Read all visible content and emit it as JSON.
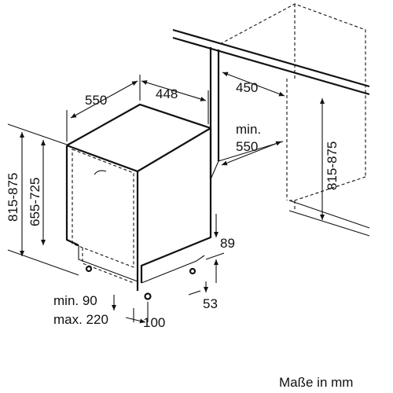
{
  "dimensions": {
    "depth": "550",
    "width": "448",
    "niche_width": "450",
    "min_depth_label": "min.",
    "min_depth_value": "550",
    "niche_height": "815-875",
    "total_height": "815-875",
    "body_height": "655-725",
    "plinth_height": "89",
    "plinth_depth": "53",
    "foot_min": "min. 90",
    "foot_max": "max. 220",
    "foot_offset": "100"
  },
  "footer": {
    "units_label": "Maße in mm"
  }
}
